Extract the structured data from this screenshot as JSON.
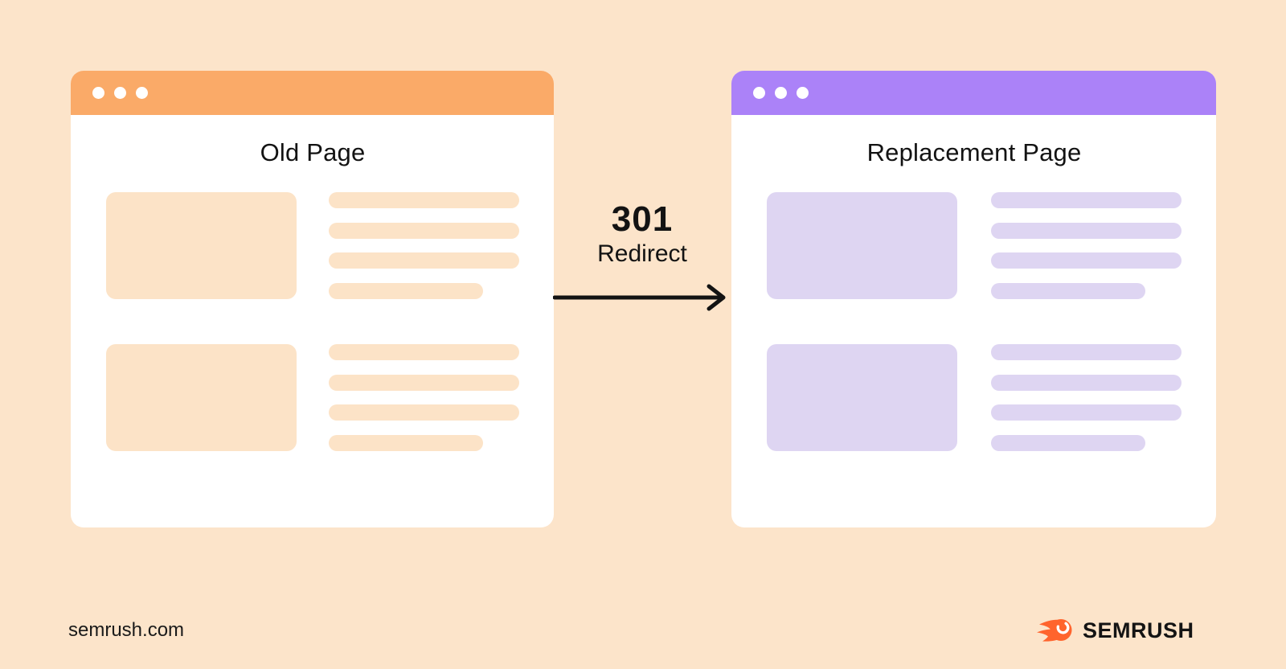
{
  "left_window": {
    "title": "Old Page"
  },
  "right_window": {
    "title": "Replacement Page"
  },
  "redirect": {
    "code": "301",
    "label": "Redirect"
  },
  "footer": {
    "site_url": "semrush.com",
    "brand": "SEMRUSH"
  },
  "icons": {
    "window_dots": "three white window control dots",
    "redirect_arrow": "black right arrow",
    "semrush_logo": "orange comet ball"
  },
  "colors": {
    "bg": "#FCE4CA",
    "orange-header": "#FAAA68",
    "orange-block": "#FCE3C7",
    "purple-header": "#AB82F8",
    "purple-block": "#DED5F2",
    "ink": "#131313",
    "brand-orange": "#FF642D"
  }
}
